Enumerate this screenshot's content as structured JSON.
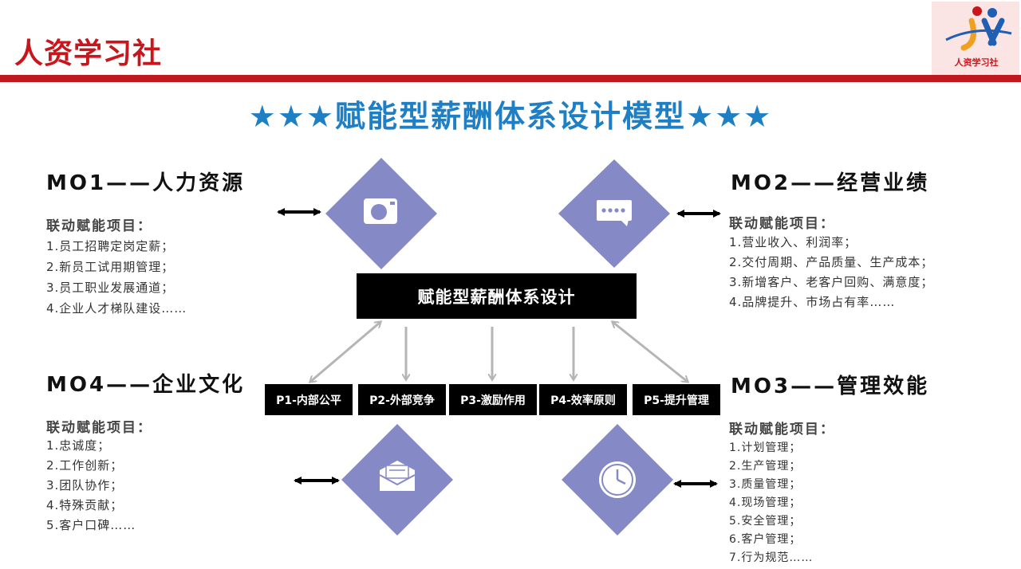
{
  "header": {
    "brand": "人资学习社",
    "logo_text": "人资学习社"
  },
  "title": "★★★赋能型薪酬体系设计模型★★★",
  "center": "赋能型薪酬体系设计",
  "principles": [
    "P1-内部公平",
    "P2-外部竞争",
    "P3-激励作用",
    "P4-效率原则",
    "P5-提升管理"
  ],
  "mo1": {
    "title": "MO1——人力资源",
    "sub": "联动赋能项目：",
    "items": [
      "1.员工招聘定岗定薪；",
      "2.新员工试用期管理；",
      "3.员工职业发展通道；",
      "4.企业人才梯队建设……"
    ],
    "icon": "camera-icon"
  },
  "mo2": {
    "title": "MO2——经营业绩",
    "sub": "联动赋能项目：",
    "items": [
      "1.营业收入、利润率；",
      "2.交付周期、产品质量、生产成本；",
      "3.新增客户、老客户回购、满意度；",
      "4.品牌提升、市场占有率……"
    ],
    "icon": "chat-icon"
  },
  "mo3": {
    "title": "MO3——管理效能",
    "sub": "联动赋能项目：",
    "items": [
      "1.计划管理；",
      "2.生产管理；",
      "3.质量管理；",
      "4.现场管理；",
      "5.安全管理；",
      "6.客户管理；",
      "7.行为规范……"
    ],
    "icon": "clock-icon"
  },
  "mo4": {
    "title": "MO4——企业文化",
    "sub": "联动赋能项目：",
    "items": [
      "1.忠诚度；",
      "2.工作创新；",
      "3.团队协作；",
      "4.特殊贡献；",
      "5.客户口碑……"
    ],
    "icon": "mail-icon"
  },
  "colors": {
    "brand_red": "#c0181f",
    "title_blue": "#1f7fc4",
    "diamond": "#8589c6",
    "arrow_gray": "#b5b5b5"
  }
}
